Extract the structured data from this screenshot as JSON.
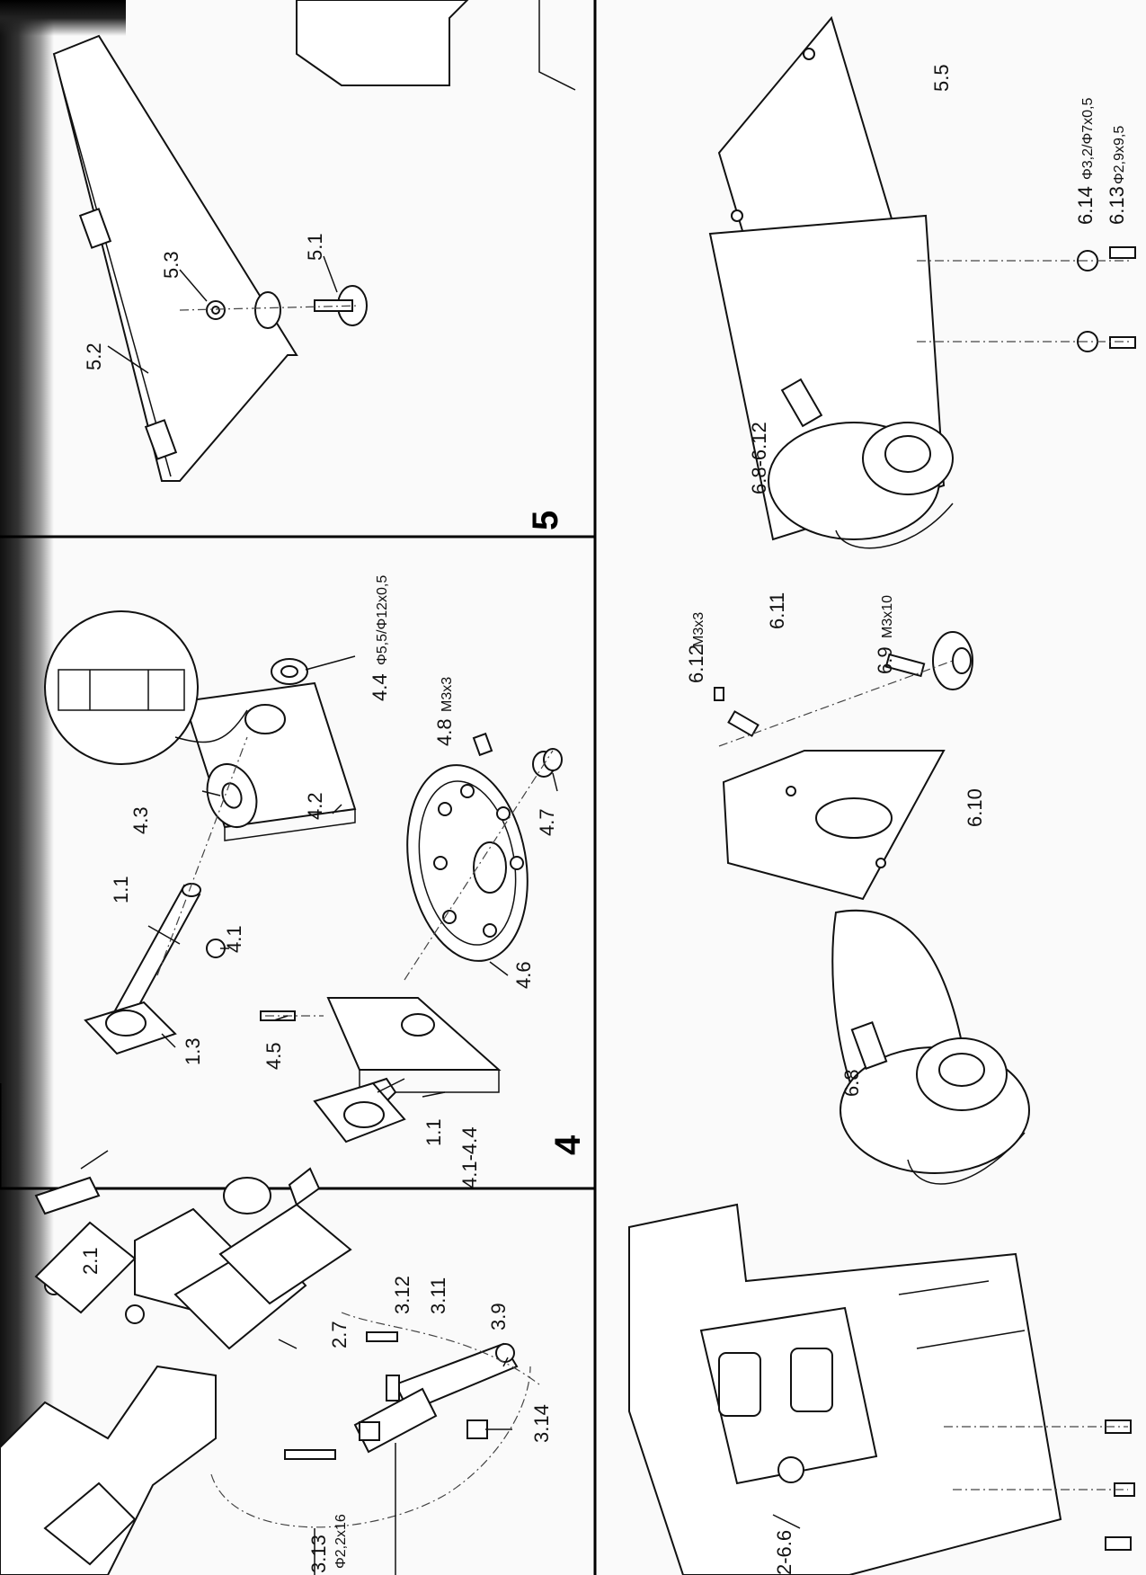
{
  "sections": {
    "four": "4",
    "five": "5"
  },
  "labels": {
    "l2_1": "2.1",
    "l2_7": "2.7",
    "l3_9": "3.9",
    "l3_11": "3.11",
    "l3_12": "3.12",
    "l3_13": "3.13",
    "l3_13_spec": "Φ2,2x16",
    "l3_14": "3.14",
    "l6_6": "2-6.6",
    "l1_1a": "1.1",
    "l1_1b": "1.1",
    "l1_3": "1.3",
    "l4_1": "4.1",
    "l4_1_4_4": "4.1-4.4",
    "l4_2": "4.2",
    "l4_3": "4.3",
    "l4_4": "4.4",
    "l4_4_spec": "Φ5,5/Φ12x0,5",
    "l4_5": "4.5",
    "l4_6": "4.6",
    "l4_7": "4.7",
    "l4_8": "4.8",
    "l4_8_spec": "M3x3",
    "l5_1": "5.1",
    "l5_2": "5.2",
    "l5_3": "5.3",
    "l5_5": "5.5",
    "l6_8": "6.8",
    "l6_8_12": "6.8-6.12",
    "l6_9": "6.9",
    "l6_9_spec": "M3x10",
    "l6_10": "6.10",
    "l6_11": "6.11",
    "l6_12": "6.12",
    "l6_12_spec": "M3x3",
    "l6_13": "6.13",
    "l6_13_spec": "Φ2,9x9,5",
    "l6_14": "6.14",
    "l6_14_spec": "Φ3,2/Φ7x0,5"
  }
}
